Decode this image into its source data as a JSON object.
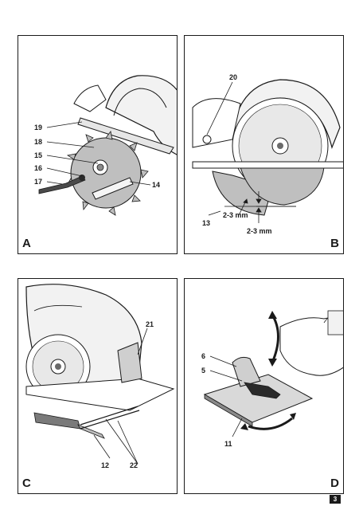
{
  "page_number": "3",
  "panels": {
    "A": {
      "letter": "A",
      "callouts": {
        "c19": "19",
        "c18": "18",
        "c15": "15",
        "c16": "16",
        "c17": "17",
        "c14": "14"
      }
    },
    "B": {
      "letter": "B",
      "callouts": {
        "c20": "20",
        "c13": "13",
        "gap1": "2-3 mm",
        "gap2": "2-3 mm"
      }
    },
    "C": {
      "letter": "C",
      "callouts": {
        "c21": "21",
        "c12": "12",
        "c22": "22"
      }
    },
    "D": {
      "letter": "D",
      "callouts": {
        "c6": "6",
        "c5": "5",
        "c11": "11"
      }
    }
  }
}
